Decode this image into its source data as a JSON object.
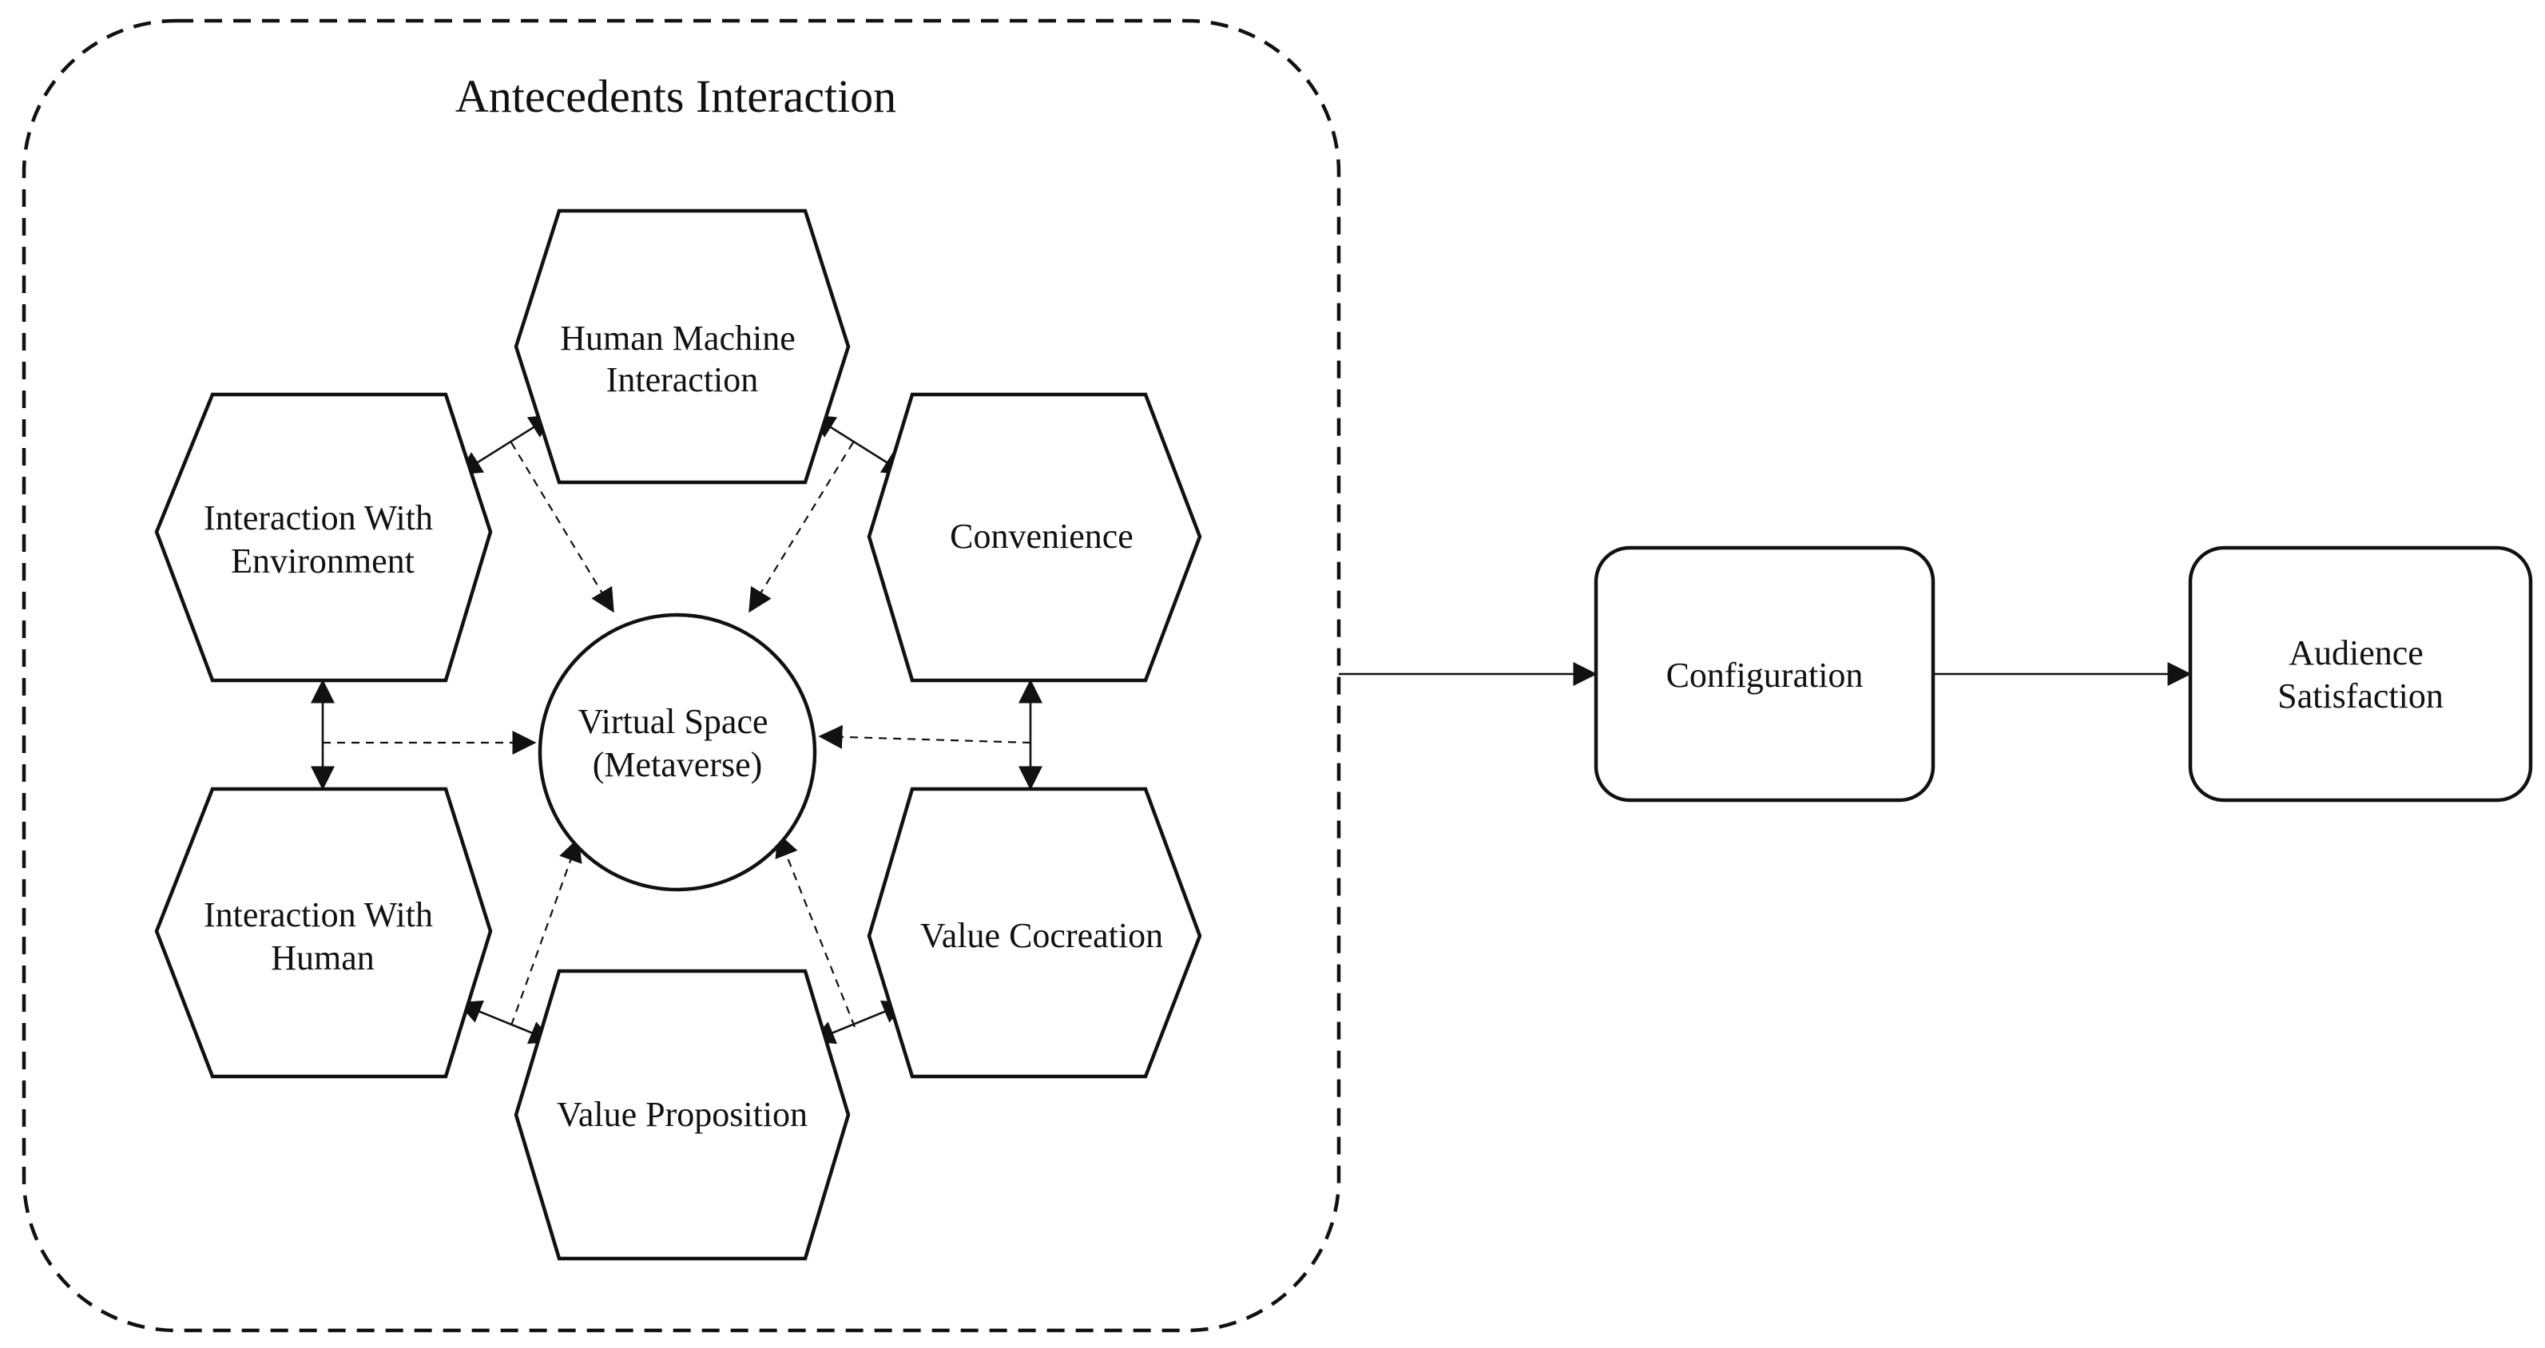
{
  "diagram": {
    "group_title": "Antecedents Interaction",
    "center": {
      "line1": "Virtual Space",
      "line2": "(Metaverse)"
    },
    "hexagons": {
      "human_machine": {
        "line1": "Human Machine",
        "line2": "Interaction"
      },
      "convenience": {
        "line1": "Convenience"
      },
      "value_cocreation": {
        "line1": "Value Cocreation"
      },
      "value_proposition": {
        "line1": "Value Proposition"
      },
      "interaction_human": {
        "line1": "Interaction With",
        "line2": "Human"
      },
      "interaction_environment": {
        "line1": "Interaction With",
        "line2": "Environment"
      }
    },
    "configuration": {
      "line1": "Configuration"
    },
    "audience_satisfaction": {
      "line1": "Audience",
      "line2": "Satisfaction"
    }
  }
}
